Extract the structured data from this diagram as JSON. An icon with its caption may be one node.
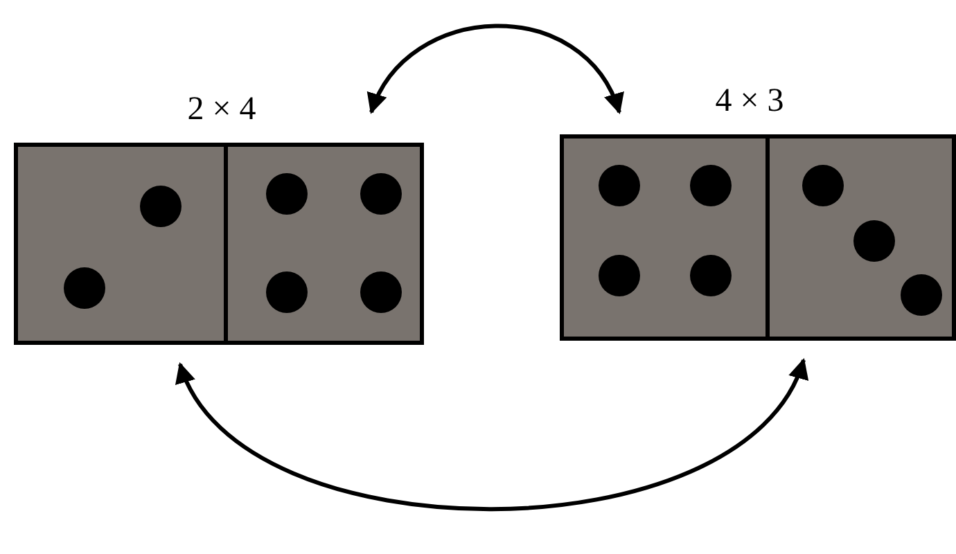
{
  "diagram": {
    "nodes": [
      {
        "text": [
          "2 × 4"
        ]
      },
      {
        "text": [
          "4 × 3"
        ]
      }
    ],
    "edges": [
      {
        "from": 0,
        "to": 1,
        "arrow": "both"
      },
      {
        "from": 0,
        "to": 1,
        "arrow": "both"
      }
    ]
  }
}
